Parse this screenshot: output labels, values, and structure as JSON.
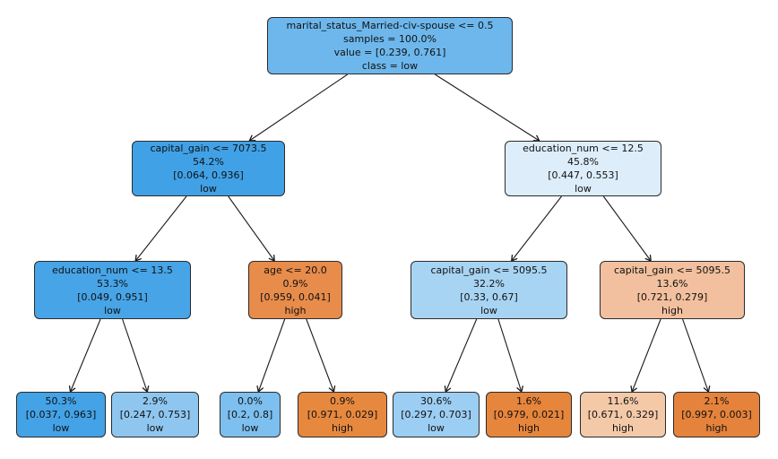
{
  "figure": {
    "type": "decision-tree",
    "background": "#ffffff",
    "edge_color": "#1a1a1a",
    "class_color_low": "#399de5",
    "class_color_high": "#e58139"
  },
  "nodes": [
    {
      "id": "root",
      "color": "#6db7ec",
      "lines": [
        "marital_status_Married-civ-spouse <= 0.5",
        "samples = 100.0%",
        "value = [0.239, 0.761]",
        "class = low"
      ]
    },
    {
      "id": "n1",
      "color": "#41a1e6",
      "lines": [
        "capital_gain <= 7073.5",
        "54.2%",
        "[0.064, 0.936]",
        "low"
      ]
    },
    {
      "id": "n2",
      "color": "#ddedfa",
      "lines": [
        "education_num <= 12.5",
        "45.8%",
        "[0.447, 0.553]",
        "low"
      ]
    },
    {
      "id": "n3",
      "color": "#47a4e7",
      "lines": [
        "education_num <= 13.5",
        "53.3%",
        "[0.049, 0.951]",
        "low"
      ]
    },
    {
      "id": "n4",
      "color": "#e78c4b",
      "lines": [
        "age <= 20.0",
        "0.9%",
        "[0.959, 0.041]",
        "high"
      ]
    },
    {
      "id": "n5",
      "color": "#a8d4f3",
      "lines": [
        "capital_gain <= 5095.5",
        "32.2%",
        "[0.33, 0.67]",
        "low"
      ]
    },
    {
      "id": "n6",
      "color": "#f2c09e",
      "lines": [
        "capital_gain <= 5095.5",
        "13.6%",
        "[0.721, 0.279]",
        "high"
      ]
    },
    {
      "id": "leaf-1",
      "color": "#44a2e6",
      "lines": [
        "50.3%",
        "[0.037, 0.963]",
        "low"
      ]
    },
    {
      "id": "leaf-2",
      "color": "#8ec6f0",
      "lines": [
        "2.9%",
        "[0.247, 0.753]",
        "low"
      ]
    },
    {
      "id": "leaf-3",
      "color": "#7dbfee",
      "lines": [
        "0.0%",
        "[0.2, 0.8]",
        "low"
      ]
    },
    {
      "id": "leaf-4",
      "color": "#e7883f",
      "lines": [
        "0.9%",
        "[0.971, 0.029]",
        "high"
      ]
    },
    {
      "id": "leaf-5",
      "color": "#9ccdf2",
      "lines": [
        "30.6%",
        "[0.297, 0.703]",
        "low"
      ]
    },
    {
      "id": "leaf-6",
      "color": "#e6853c",
      "lines": [
        "1.6%",
        "[0.979, 0.021]",
        "high"
      ]
    },
    {
      "id": "leaf-7",
      "color": "#f4c9a8",
      "lines": [
        "11.6%",
        "[0.671, 0.329]",
        "high"
      ]
    },
    {
      "id": "leaf-8",
      "color": "#e5823b",
      "lines": [
        "2.1%",
        "[0.997, 0.003]",
        "high"
      ]
    }
  ],
  "edges": [
    [
      "0",
      "1"
    ],
    [
      "0",
      "2"
    ],
    [
      "1",
      "3"
    ],
    [
      "1",
      "4"
    ],
    [
      "2",
      "5"
    ],
    [
      "2",
      "6"
    ],
    [
      "3",
      "7"
    ],
    [
      "3",
      "8"
    ],
    [
      "4",
      "9"
    ],
    [
      "4",
      "10"
    ],
    [
      "5",
      "11"
    ],
    [
      "5",
      "12"
    ],
    [
      "6",
      "13"
    ],
    [
      "6",
      "14"
    ]
  ]
}
